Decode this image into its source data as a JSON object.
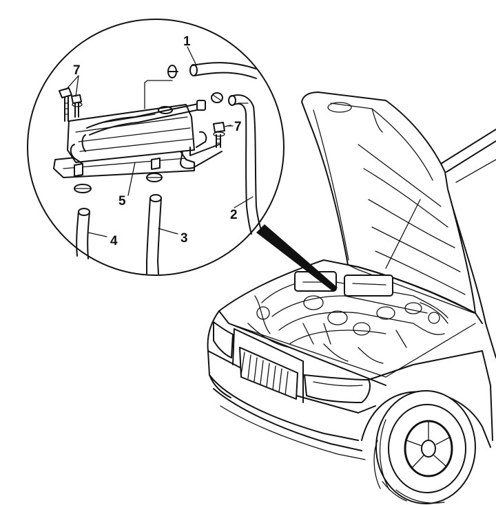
{
  "callouts": [
    {
      "id": "hose-1",
      "label": "1"
    },
    {
      "id": "hose-2",
      "label": "2"
    },
    {
      "id": "hose-3",
      "label": "3"
    },
    {
      "id": "hose-4",
      "label": "4"
    },
    {
      "id": "oil-cooler-5",
      "label": "5"
    },
    {
      "id": "bolts-7-left",
      "label": "7"
    },
    {
      "id": "bolt-7-right",
      "label": "7"
    }
  ],
  "colors": {
    "ink": "#111111",
    "paper": "#ffffff"
  }
}
